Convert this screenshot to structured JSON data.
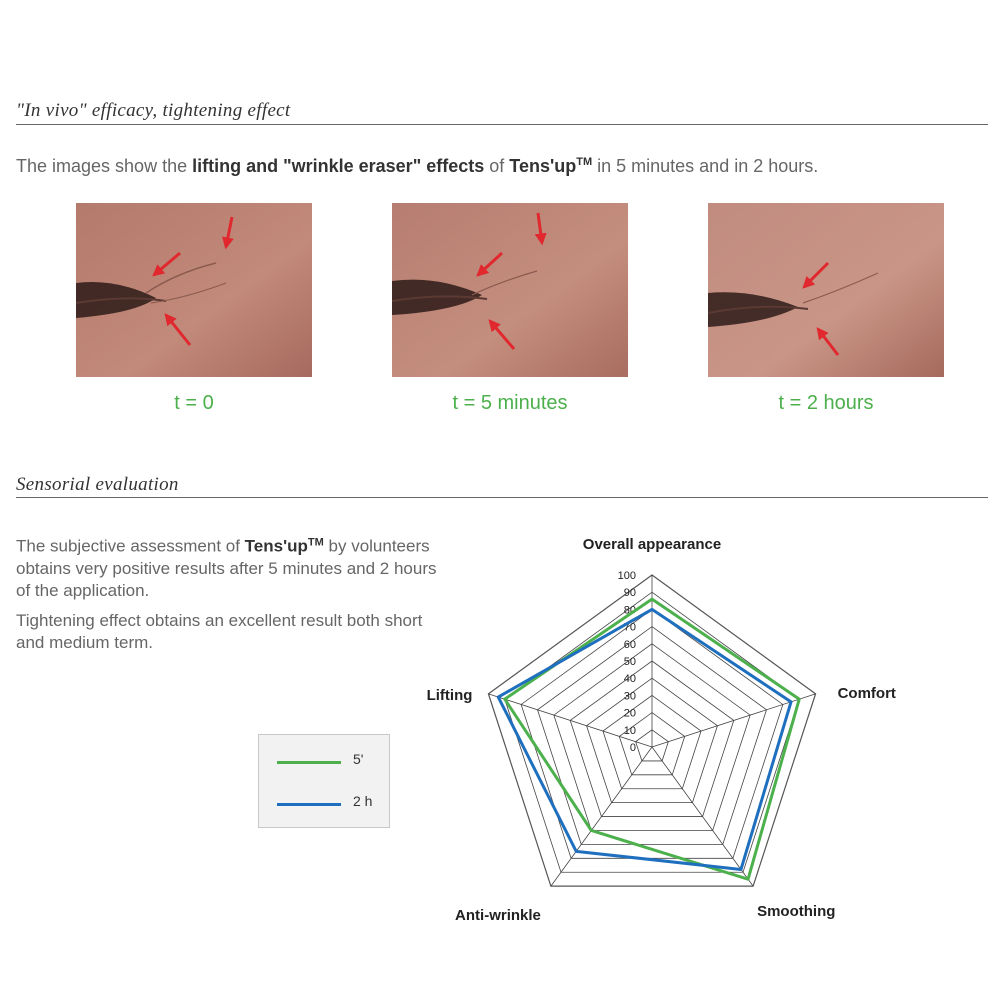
{
  "section1": {
    "title": "\"In vivo\" efficacy, tightening effect",
    "intro_pre": "The images show the ",
    "intro_bold": "lifting and \"wrinkle eraser\" effects",
    "intro_mid": " of ",
    "intro_brand": "Tens'up",
    "intro_tm": "TM",
    "intro_post": " in 5 minutes and in 2 hours.",
    "photos": [
      {
        "caption": "t = 0"
      },
      {
        "caption": "t = 5 minutes"
      },
      {
        "caption": "t = 2 hours"
      }
    ]
  },
  "section2": {
    "title": "Sensorial evaluation",
    "p1_pre": "The subjective assessment of ",
    "p1_brand": "Tens'up",
    "p1_tm": "TM",
    "p1_post": " by volunteers obtains very positive results after 5 minutes and 2 hours of the application.",
    "p2": "Tightening effect obtains an excellent result both short and medium term."
  },
  "colors": {
    "caption_green": "#4bb04b",
    "series_green": "#4cb04c",
    "series_blue": "#1f6fbf",
    "skin": "#b8796b",
    "arrow": "#e0282e"
  },
  "chart_data": {
    "type": "radar",
    "axes": [
      "Overall appearance",
      "Comfort",
      "Smoothing",
      "Anti-wrinkle",
      "Lifting"
    ],
    "ticks": [
      "0",
      "10",
      "20",
      "30",
      "40",
      "50",
      "60",
      "70",
      "80",
      "90",
      "100"
    ],
    "range": [
      0,
      100
    ],
    "series": [
      {
        "name": "5'",
        "color": "#4cb04c",
        "values": [
          86,
          90,
          95,
          60,
          90
        ]
      },
      {
        "name": "2 h",
        "color": "#1f6fbf",
        "values": [
          80,
          85,
          88,
          75,
          94
        ]
      }
    ]
  }
}
